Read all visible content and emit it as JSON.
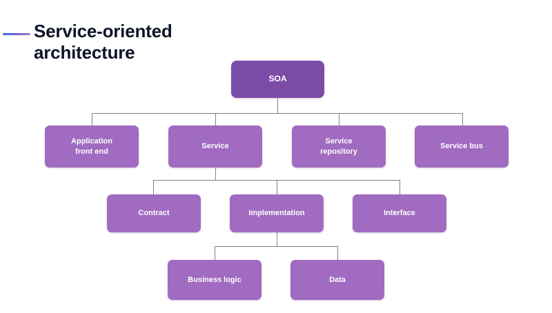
{
  "slide": {
    "title": "Service-oriented\narchitecture",
    "accent_gradient_from": "#3a6fe0",
    "accent_gradient_to": "#a87ad0",
    "title_color": "#0e1428",
    "background": "#ffffff"
  },
  "diagram": {
    "type": "hierarchy-tree",
    "root_color": "#7b4ba8",
    "branch_color": "#a06bc0",
    "connector_color": "#808080",
    "label_color": "#ffffff",
    "levels": [
      {
        "level": 1,
        "nodes": [
          {
            "id": "soa",
            "label": "SOA"
          }
        ]
      },
      {
        "level": 2,
        "nodes": [
          {
            "id": "application-front-end",
            "label": "Application\nfront end"
          },
          {
            "id": "service",
            "label": "Service"
          },
          {
            "id": "service-repository",
            "label": "Service\nrepository"
          },
          {
            "id": "service-bus",
            "label": "Service bus"
          }
        ]
      },
      {
        "level": 3,
        "nodes": [
          {
            "id": "contract",
            "label": "Contract"
          },
          {
            "id": "implementation",
            "label": "Implementation"
          },
          {
            "id": "interface",
            "label": "Interface"
          }
        ]
      },
      {
        "level": 4,
        "nodes": [
          {
            "id": "business-logic",
            "label": "Business logic"
          },
          {
            "id": "data",
            "label": "Data"
          }
        ]
      }
    ],
    "edges": [
      {
        "from": "soa",
        "to": "application-front-end"
      },
      {
        "from": "soa",
        "to": "service"
      },
      {
        "from": "soa",
        "to": "service-repository"
      },
      {
        "from": "soa",
        "to": "service-bus"
      },
      {
        "from": "service",
        "to": "contract"
      },
      {
        "from": "service",
        "to": "implementation"
      },
      {
        "from": "service",
        "to": "interface"
      },
      {
        "from": "implementation",
        "to": "business-logic"
      },
      {
        "from": "implementation",
        "to": "data"
      }
    ]
  }
}
